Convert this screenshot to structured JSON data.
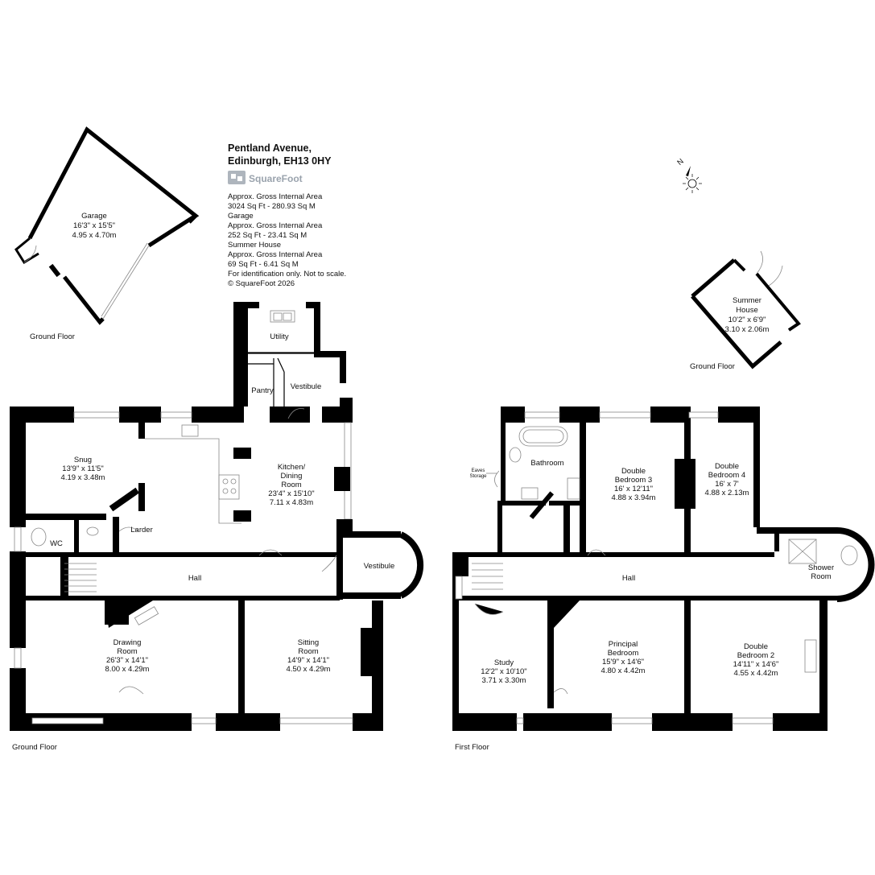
{
  "header": {
    "address_line1": "Pentland Avenue,",
    "address_line2": "Edinburgh, EH13 0HY",
    "brand": "SquareFoot",
    "info_lines": [
      "Approx. Gross Internal Area",
      "3024 Sq Ft  -  280.93 Sq M",
      "Garage",
      "Approx. Gross Internal Area",
      "252 Sq Ft  -  23.41 Sq M",
      "Summer House",
      "Approx. Gross Internal Area",
      "69 Sq Ft  -  6.41 Sq M",
      "For identification only. Not to scale.",
      "© SquareFoot 2026"
    ]
  },
  "compass": {
    "label": "N"
  },
  "floors": {
    "garage_floor": "Ground Floor",
    "summer_floor": "Ground Floor",
    "ground_floor": "Ground Floor",
    "first_floor": "First Floor"
  },
  "rooms": {
    "garage": [
      "Garage",
      "16'3\" x 15'5\"",
      "4.95 x 4.70m"
    ],
    "summer_house": [
      "Summer",
      "House",
      "10'2\" x 6'9\"",
      "3.10 x 2.06m"
    ],
    "utility": [
      "Utility"
    ],
    "pantry": [
      "Pantry"
    ],
    "vestibule_rear": [
      "Vestibule"
    ],
    "snug": [
      "Snug",
      "13'9\" x 11'5\"",
      "4.19 x 3.48m"
    ],
    "kitchen": [
      "Kitchen/",
      "Dining",
      "Room",
      "23'4\" x 15'10\"",
      "7.11 x 4.83m"
    ],
    "larder": [
      "Larder"
    ],
    "wc": [
      "WC"
    ],
    "hall_ground": [
      "Hall"
    ],
    "vestibule_front": [
      "Vestibule"
    ],
    "drawing_room": [
      "Drawing",
      "Room",
      "26'3\" x 14'1\"",
      "8.00 x 4.29m"
    ],
    "sitting_room": [
      "Sitting",
      "Room",
      "14'9\" x 14'1\"",
      "4.50 x 4.29m"
    ],
    "bathroom": [
      "Bathroom"
    ],
    "eaves_storage": [
      "Eaves",
      "Storage"
    ],
    "double_bedroom_3": [
      "Double",
      "Bedroom 3",
      "16' x 12'11\"",
      "4.88 x 3.94m"
    ],
    "double_bedroom_4": [
      "Double",
      "Bedroom 4",
      "16' x 7'",
      "4.88 x 2.13m"
    ],
    "hall_first": [
      "Hall"
    ],
    "shower_room": [
      "Shower",
      "Room"
    ],
    "study": [
      "Study",
      "12'2\" x 10'10\"",
      "3.71 x 3.30m"
    ],
    "principal_bedroom": [
      "Principal",
      "Bedroom",
      "15'9\" x 14'6\"",
      "4.80 x 4.42m"
    ],
    "double_bedroom_2": [
      "Double",
      "Bedroom 2",
      "14'11\" x 14'6\"",
      "4.55 x 4.42m"
    ]
  }
}
